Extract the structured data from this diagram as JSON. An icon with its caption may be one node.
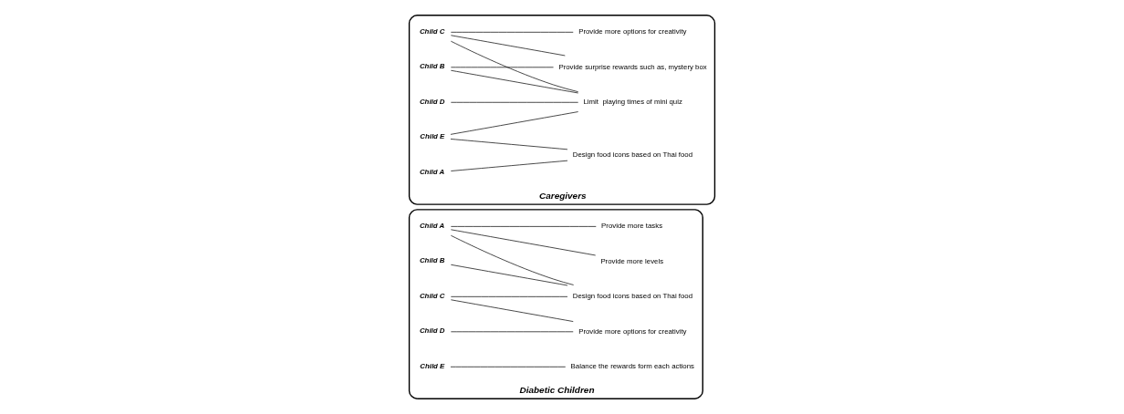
{
  "diagram": {
    "nodes": [
      {
        "text": [
          "Diabetic Children"
        ]
      },
      {
        "text": [
          "Child A"
        ],
        "in": 0
      },
      {
        "text": [
          "Child B"
        ],
        "in": 0
      },
      {
        "text": [
          "Child C"
        ],
        "in": 0
      },
      {
        "text": [
          "Child D"
        ],
        "in": 0
      },
      {
        "text": [
          "Child E"
        ],
        "in": 0
      },
      {
        "text": [
          "Balance the rewards form each actions"
        ],
        "in": 0
      },
      {
        "text": [
          "Provide more options for creativity"
        ],
        "in": 0
      },
      {
        "text": [
          "Design food icons based on Thai food"
        ],
        "in": 0
      },
      {
        "text": [
          "Provide more levels"
        ],
        "in": 0
      },
      {
        "text": [
          "Provide more tasks"
        ],
        "in": 0
      },
      {
        "text": [
          "Caregivers"
        ]
      },
      {
        "text": [
          "Child A"
        ],
        "in": 11
      },
      {
        "text": [
          "Child B"
        ],
        "in": 11
      },
      {
        "text": [
          "Child C"
        ],
        "in": 11
      },
      {
        "text": [
          "Child D"
        ],
        "in": 11
      },
      {
        "text": [
          "Child E"
        ],
        "in": 11
      },
      {
        "text": [
          "Provide surprise rewards such as, mystery box"
        ],
        "in": 11
      },
      {
        "text": [
          "Limit  playing times of mini quiz"
        ],
        "in": 11
      },
      {
        "text": [
          "Provide more options for creativity"
        ],
        "in": 11
      },
      {
        "text": [
          "Design food icons based on Thai food"
        ],
        "in": 11
      }
    ],
    "edges": [
      {
        "from": 1,
        "to": 8,
        "arrow": "none"
      },
      {
        "from": 1,
        "to": 9,
        "arrow": "none"
      },
      {
        "from": 1,
        "to": 10,
        "arrow": "none"
      },
      {
        "from": 2,
        "to": 8,
        "arrow": "none"
      },
      {
        "from": 3,
        "to": 7,
        "arrow": "none"
      },
      {
        "from": 3,
        "to": 8,
        "arrow": "none"
      },
      {
        "from": 4,
        "to": 7,
        "arrow": "none"
      },
      {
        "from": 5,
        "to": 6,
        "arrow": "none"
      },
      {
        "from": 12,
        "to": 20,
        "arrow": "none"
      },
      {
        "from": 13,
        "to": 17,
        "arrow": "none"
      },
      {
        "from": 13,
        "to": 18,
        "arrow": "none"
      },
      {
        "from": 14,
        "to": 17,
        "arrow": "none"
      },
      {
        "from": 14,
        "to": 18,
        "arrow": "none"
      },
      {
        "from": 14,
        "to": 19,
        "arrow": "none"
      },
      {
        "from": 15,
        "to": 18,
        "arrow": "none"
      },
      {
        "from": 16,
        "to": 18,
        "arrow": "none"
      },
      {
        "from": 16,
        "to": 20,
        "arrow": "none"
      }
    ]
  }
}
